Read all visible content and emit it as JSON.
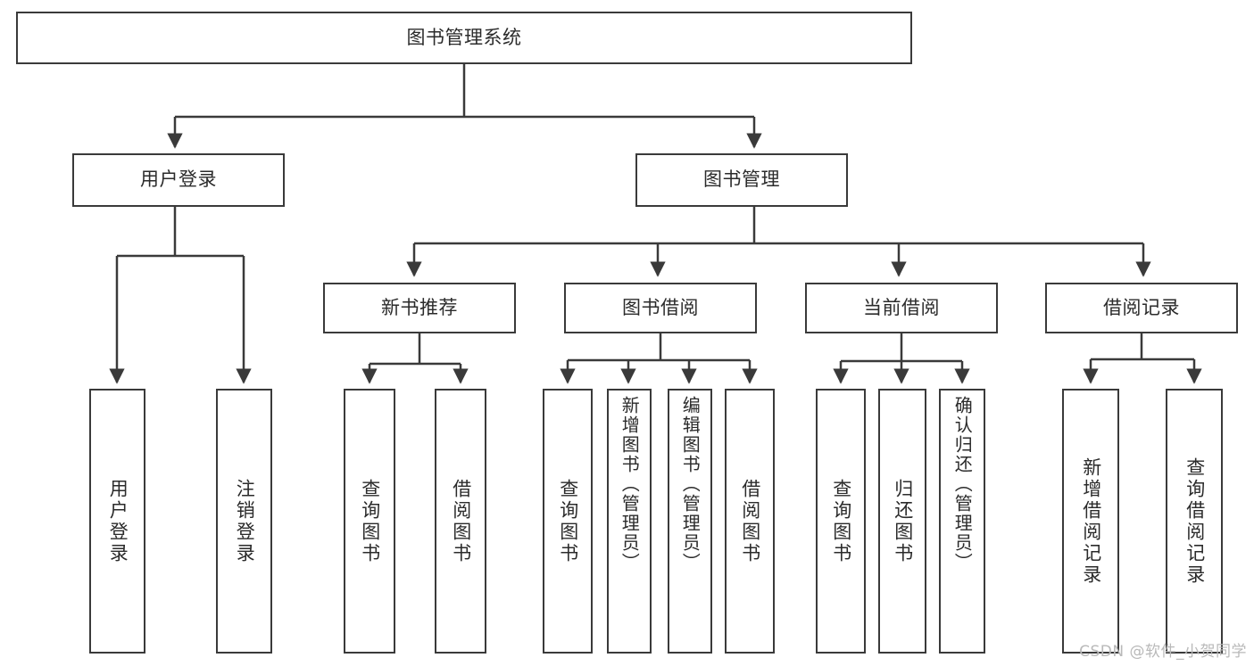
{
  "diagram": {
    "type": "tree",
    "title": "图书管理系统",
    "root": {
      "id": "root",
      "label": "图书管理系统",
      "orientation": "horizontal"
    },
    "level2": [
      {
        "id": "user-login",
        "label": "用户登录",
        "orientation": "horizontal"
      },
      {
        "id": "book-manage",
        "label": "图书管理",
        "orientation": "horizontal"
      }
    ],
    "level3": [
      {
        "id": "new-book-recommend",
        "label": "新书推荐",
        "parent": "book-manage",
        "orientation": "horizontal"
      },
      {
        "id": "book-borrow",
        "label": "图书借阅",
        "parent": "book-manage",
        "orientation": "horizontal"
      },
      {
        "id": "current-borrow",
        "label": "当前借阅",
        "parent": "book-manage",
        "orientation": "horizontal"
      },
      {
        "id": "borrow-record",
        "label": "借阅记录",
        "parent": "book-manage",
        "orientation": "horizontal"
      }
    ],
    "leaves": [
      {
        "id": "leaf-user-login",
        "label": "用户登录",
        "parent": "user-login",
        "orientation": "vertical",
        "align": "center"
      },
      {
        "id": "leaf-logout",
        "label": "注销登录",
        "parent": "user-login",
        "orientation": "vertical",
        "align": "center"
      },
      {
        "id": "leaf-query-book-1",
        "label": "查询图书",
        "parent": "new-book-recommend",
        "orientation": "vertical",
        "align": "center"
      },
      {
        "id": "leaf-borrow-book-1",
        "label": "借阅图书",
        "parent": "new-book-recommend",
        "orientation": "vertical",
        "align": "center"
      },
      {
        "id": "leaf-query-book-2",
        "label": "查询图书",
        "parent": "book-borrow",
        "orientation": "vertical",
        "align": "center"
      },
      {
        "id": "leaf-add-book",
        "label": "新增图书（管理员）",
        "parent": "book-borrow",
        "orientation": "vertical",
        "align": "top"
      },
      {
        "id": "leaf-edit-book",
        "label": "编辑图书（管理员）",
        "parent": "book-borrow",
        "orientation": "vertical",
        "align": "top"
      },
      {
        "id": "leaf-borrow-book-2",
        "label": "借阅图书",
        "parent": "book-borrow",
        "orientation": "vertical",
        "align": "center"
      },
      {
        "id": "leaf-query-book-3",
        "label": "查询图书",
        "parent": "current-borrow",
        "orientation": "vertical",
        "align": "center"
      },
      {
        "id": "leaf-return-book",
        "label": "归还图书",
        "parent": "current-borrow",
        "orientation": "vertical",
        "align": "center"
      },
      {
        "id": "leaf-confirm-return",
        "label": "确认归还（管理员）",
        "parent": "current-borrow",
        "orientation": "vertical",
        "align": "top"
      },
      {
        "id": "leaf-add-record",
        "label": "新增借阅记录",
        "parent": "borrow-record",
        "orientation": "vertical",
        "align": "center"
      },
      {
        "id": "leaf-query-record",
        "label": "查询借阅记录",
        "parent": "borrow-record",
        "orientation": "vertical",
        "align": "center"
      }
    ],
    "colors": {
      "stroke": "#3a3a3a",
      "text": "#2b2b2b",
      "background": "#ffffff",
      "watermark": "#b9b9b9"
    }
  },
  "watermark": {
    "text": "CSDN @软件_小贺同学"
  }
}
